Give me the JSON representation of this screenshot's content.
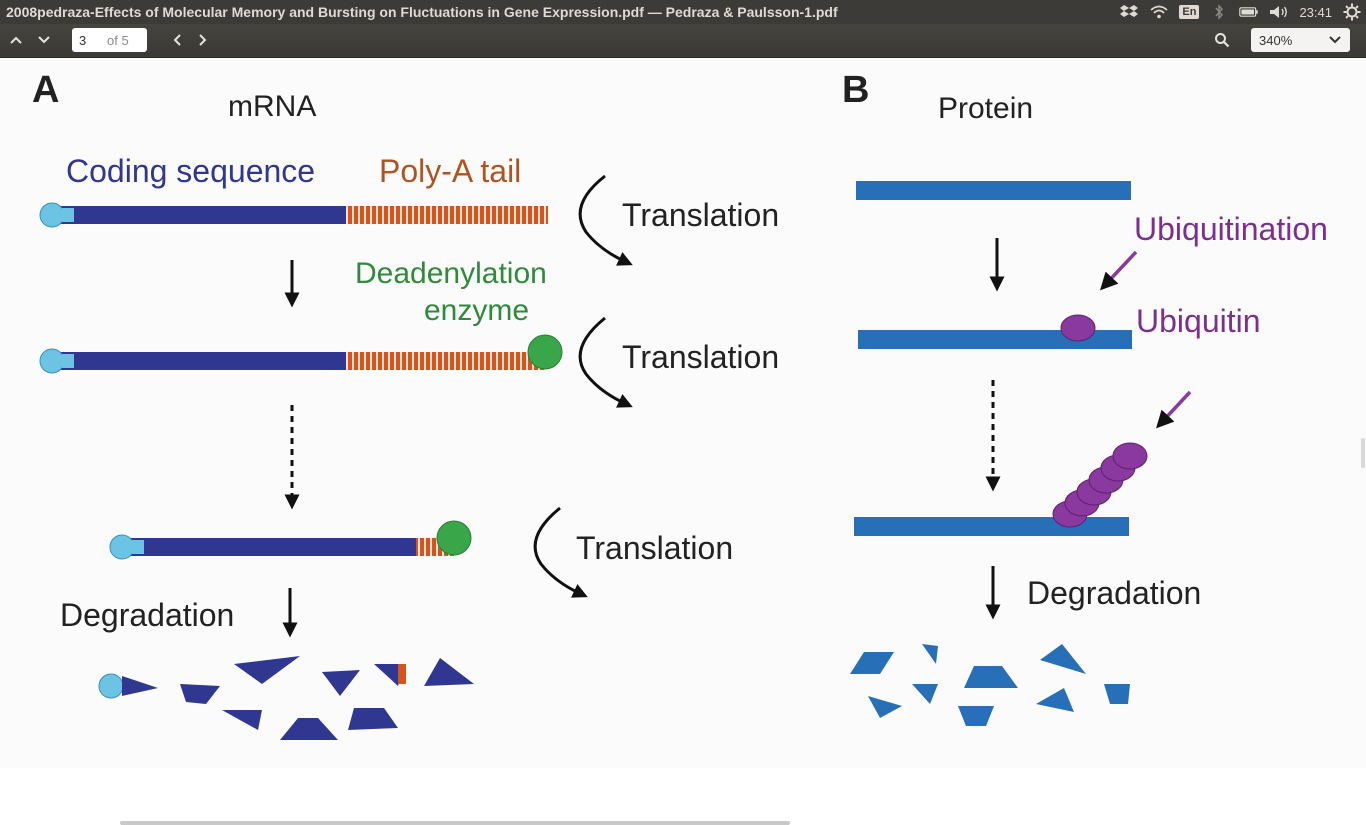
{
  "window": {
    "title": "2008pedraza-Effects of Molecular Memory and Bursting on Fluctuations in Gene Expression.pdf — Pedraza & Paulsson-1.pdf"
  },
  "indicators": {
    "dropbox_icon": "dropbox-icon",
    "wifi_icon": "wifi-icon",
    "language": "En",
    "bluetooth_icon": "bluetooth-icon",
    "battery_icon": "battery-icon",
    "volume_icon": "volume-icon",
    "time": "23:41",
    "settings_icon": "gear-icon"
  },
  "toolbar": {
    "page_current": "3",
    "page_total": "of 5",
    "zoom": "340%"
  },
  "figure": {
    "colors": {
      "mrna_blue": "#2f3791",
      "polya_orange": "#d4541e",
      "cap_cyan": "#6cc3e4",
      "enzyme_green": "#3aa64a",
      "protein_blue": "#2770b8",
      "ubiquitin_purple": "#8a3a9e",
      "label_purple": "#7b2f8e",
      "label_green": "#2f8a3c"
    },
    "panel_a": {
      "letter": "A",
      "title": "mRNA",
      "coding_label": "Coding sequence",
      "polya_label": "Poly-A tail",
      "enzyme_label_line1": "Deadenylation",
      "enzyme_label_line2": "enzyme",
      "translation1": "Translation",
      "translation2": "Translation",
      "translation3": "Translation",
      "degradation": "Degradation"
    },
    "panel_b": {
      "letter": "B",
      "title": "Protein",
      "ubiquitination": "Ubiquitination",
      "ubiquitin": "Ubiquitin",
      "degradation": "Degradation"
    }
  }
}
